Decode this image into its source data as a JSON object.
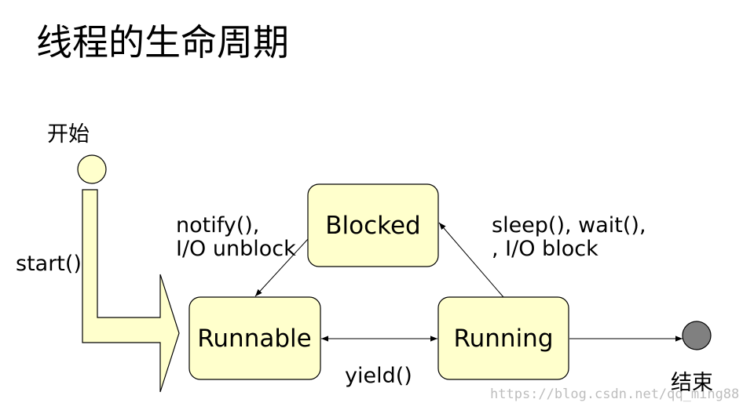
{
  "title": "线程的生命周期",
  "start_label": "开始",
  "end_label": "结束",
  "states": {
    "blocked": "Blocked",
    "runnable": "Runnable",
    "running": "Running"
  },
  "transitions": {
    "start": "start()",
    "unblock_line1": "notify(),",
    "unblock_line2": "I/O unblock",
    "block_line1": "sleep(), wait(),",
    "block_line2": ", I/O block",
    "yield": "yield()"
  },
  "watermark": "https://blog.csdn.net/qq_ming88",
  "colors": {
    "node_fill": "#ffffcc",
    "stroke": "#000000",
    "end_fill": "#808080"
  }
}
